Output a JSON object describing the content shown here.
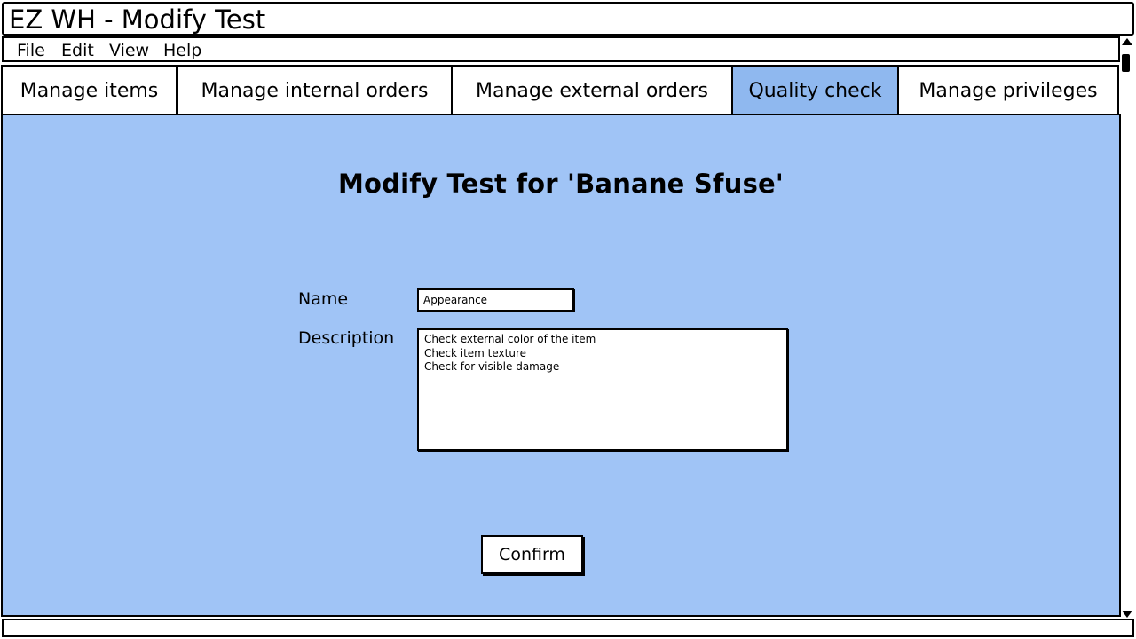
{
  "window": {
    "title": "EZ WH - Modify Test"
  },
  "menu": {
    "items": [
      "File",
      "Edit",
      "View",
      "Help"
    ]
  },
  "tabs": [
    {
      "label": "Manage items",
      "active": false
    },
    {
      "label": "Manage internal orders",
      "active": false
    },
    {
      "label": "Manage external orders",
      "active": false
    },
    {
      "label": "Quality check",
      "active": true
    },
    {
      "label": "Manage privileges",
      "active": false
    }
  ],
  "form": {
    "heading": "Modify Test for 'Banane Sfuse'",
    "name_label": "Name",
    "name_value": "Appearance",
    "description_label": "Description",
    "description_value": "Check external color of the item\nCheck item texture\nCheck for visible damage",
    "confirm_label": "Confirm"
  },
  "colors": {
    "content_bg": "#a0c4f6",
    "active_tab_bg": "#8fb8ef"
  }
}
